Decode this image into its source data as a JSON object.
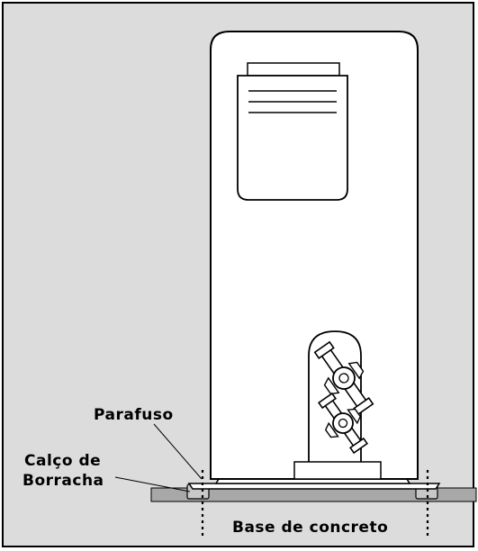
{
  "labels": {
    "parafuso": "Parafuso",
    "calco_line1": "Calço de",
    "calco_line2": "Borracha",
    "base": "Base de concreto"
  },
  "colors": {
    "background": "#dcdcdc",
    "unit_fill": "#ffffff",
    "stroke": "#000000",
    "base_fill": "#a8a8a8",
    "pad_fill": "#c8c8c8"
  }
}
